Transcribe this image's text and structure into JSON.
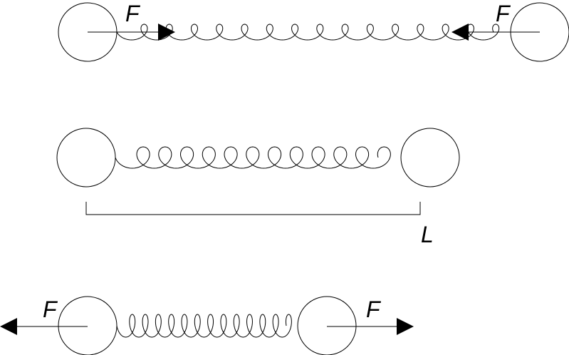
{
  "colors": {
    "stroke": "#000000",
    "background": "#ffffff"
  },
  "rows": [
    {
      "name": "compressed",
      "force_labels": [
        {
          "text": "F"
        },
        {
          "text": "F"
        }
      ]
    },
    {
      "name": "natural",
      "length_label": "L"
    },
    {
      "name": "stretched",
      "force_labels": [
        {
          "text": "F"
        },
        {
          "text": "F"
        }
      ]
    }
  ]
}
